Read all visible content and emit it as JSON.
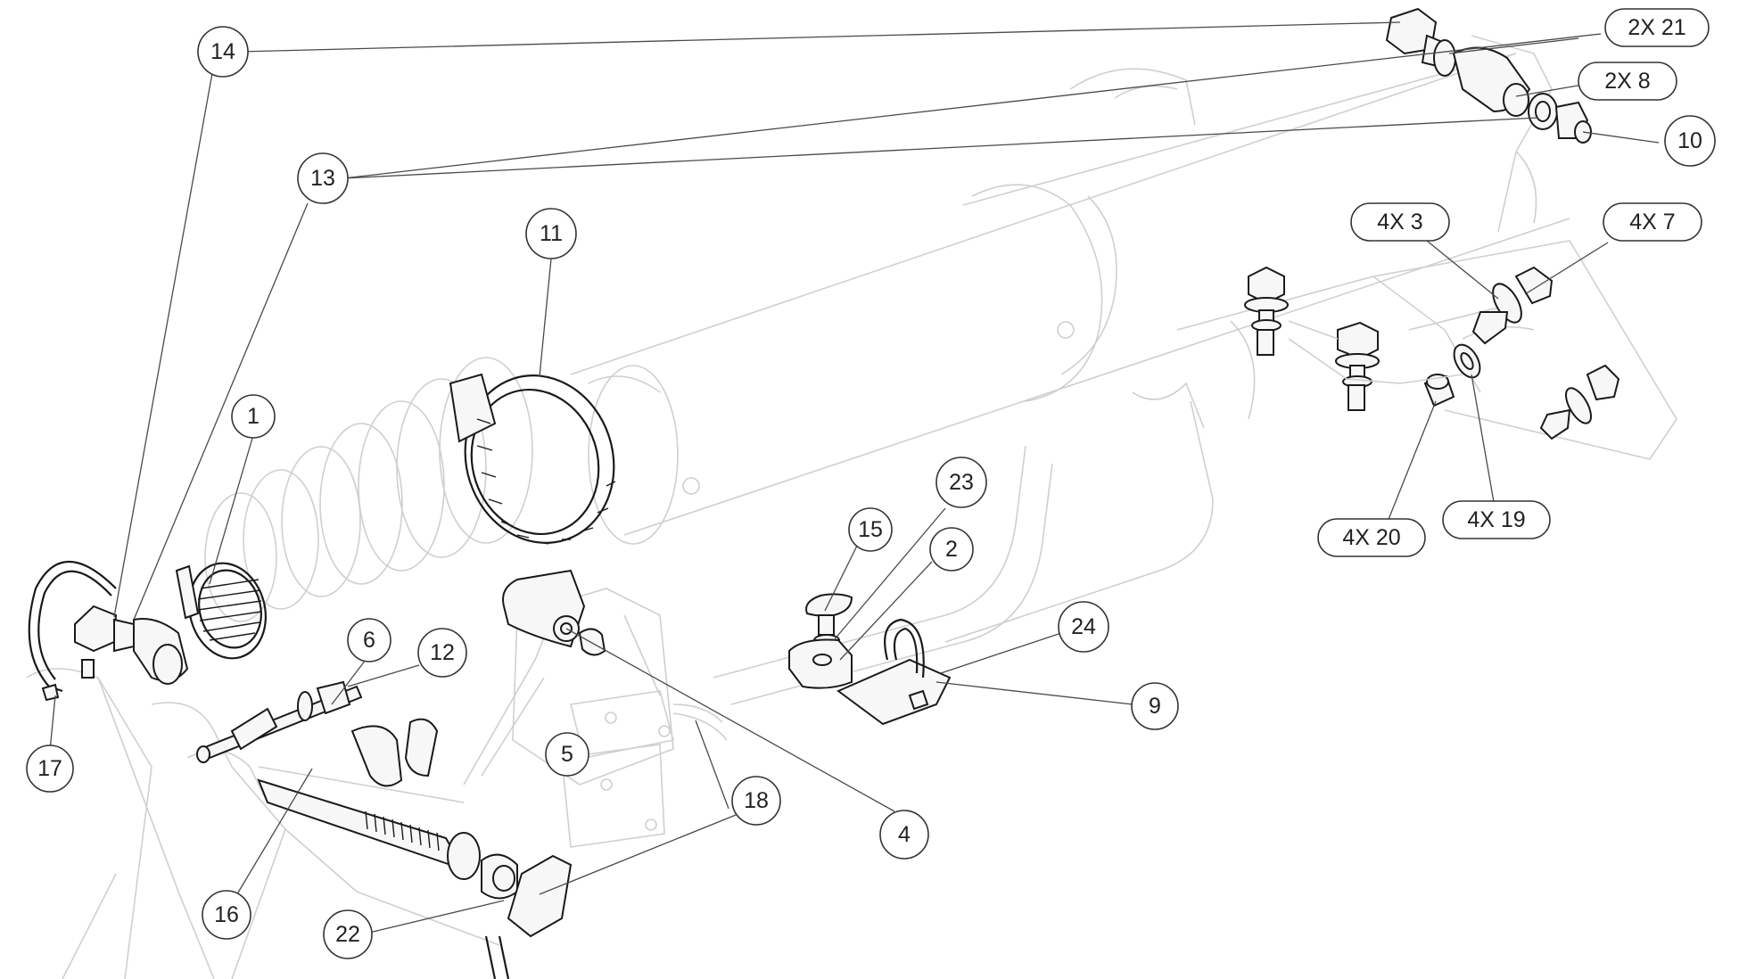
{
  "callouts": {
    "c14": "14",
    "c13": "13",
    "c11": "11",
    "c1": "1",
    "c17": "17",
    "c6": "6",
    "c12": "12",
    "c5": "5",
    "c16": "16",
    "c22": "22",
    "c18": "18",
    "c4": "4",
    "c15": "15",
    "c23": "23",
    "c2": "2",
    "c24": "24",
    "c9": "9",
    "c2x21": "2X 21",
    "c2x8": "2X 8",
    "c10": "10",
    "c4x3": "4X 3",
    "c4x7": "4X 7",
    "c4x20": "4X 20",
    "c4x19": "4X 19"
  },
  "colors": {
    "ghost_line": "#cfcfcf",
    "part_line": "#1a1a1a",
    "leader": "#4a4a4a",
    "callout_border": "#333333"
  }
}
